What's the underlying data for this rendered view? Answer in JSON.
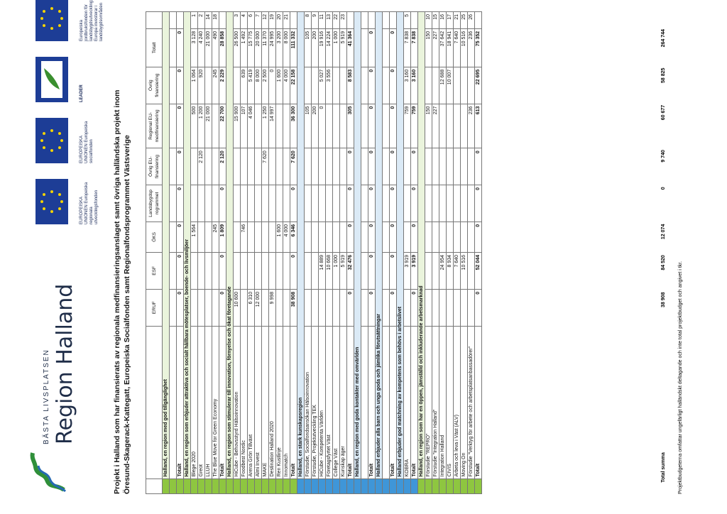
{
  "brand": {
    "tagline": "BÄSTA LIVSPLATSEN",
    "name": "Region Halland"
  },
  "flags": [
    {
      "caption": "EUROPEISKA UNIONEN Europeiska regionala utvecklingsfonden"
    },
    {
      "caption": "EUROPEISKA UNIONEN Europeiska socialfonden"
    },
    {
      "caption": "LEADER"
    },
    {
      "caption": "Europeiska jordbruksfonden för landsbygdsutveckling: Europa investerar i landsbygdsområden"
    }
  ],
  "title_lines": [
    "Projekt i Halland som har finansierats av regionala medfinansieringsanslaget samt övriga halländska projekt inom",
    "Öresund-Skagerack-Kattegatt, Europeiska Socialfonden samt Regionalfondsprogrammet Västsverige"
  ],
  "columns": [
    "",
    "ERUF",
    "ESF",
    "ÖKS",
    "Landsbygdsp rogrammet",
    "Övrig EU-finansiering",
    "Regional EU-medfinansiering",
    "Övrig finansiering",
    "Totalt",
    ""
  ],
  "sections": [
    {
      "title": "Halland, en region med god tillgänglighet",
      "color": "green",
      "rows": [
        [
          "",
          "",
          "",
          "",
          "",
          "",
          "",
          "",
          "",
          ""
        ],
        [
          "Totalt",
          "0",
          "0",
          "0",
          "0",
          "0",
          "0",
          "0",
          "0",
          ""
        ]
      ]
    },
    {
      "title": "Halland, en region som erbjuder attraktiva och socialt hållbara mötesplatser, boende- och livsmiljöer",
      "color": "green",
      "rows": [
        [
          "Blege 2020",
          "",
          "",
          "1 564",
          "",
          "",
          "500",
          "1 064",
          "3 128",
          "1"
        ],
        [
          "Greot",
          "",
          "",
          "",
          "",
          "2 120",
          "1 200",
          "920",
          "4 240",
          "2"
        ],
        [
          "LLUH",
          "",
          "",
          "",
          "",
          "",
          "21 000",
          "",
          "21 000",
          "14"
        ],
        [
          "The Blue Move for Green Economy",
          "",
          "",
          "245",
          "",
          "",
          "",
          "245",
          "490",
          "18"
        ],
        [
          "Totalt",
          "0",
          "0",
          "1 809",
          "0",
          "2 120",
          "22 700",
          "2 229",
          "28 858",
          ""
        ]
      ]
    },
    {
      "title": "Halland, en region som stimulerar till innovation, förnyelse och ökat företagande",
      "color": "green",
      "rows": [
        [
          "HiCube - Behovsstyrd Hälsoinnovation",
          "10 600",
          "",
          "",
          "",
          "",
          "15 900",
          "",
          "26 500",
          "3"
        ],
        [
          "Foodbest Nordic",
          "",
          "",
          "746",
          "",
          "",
          "107",
          "639",
          "1 492",
          "4"
        ],
        [
          "Arena Grön Tillväxt",
          "6 310",
          "",
          "",
          "",
          "",
          "4 046",
          "5 419",
          "15 775",
          "6"
        ],
        [
          "Almi Invest",
          "12 000",
          "",
          "",
          "",
          "",
          "",
          "8 000",
          "20 000",
          "7"
        ],
        [
          "MAKE",
          "",
          "",
          "",
          "",
          "7 620",
          "1 250",
          "2 500",
          "11 370",
          "12"
        ],
        [
          "Destination Halland 2020",
          "9 998",
          "",
          "",
          "",
          "",
          "14 997",
          "0",
          "24 995",
          "19"
        ],
        [
          "Ren Kustlinje",
          "",
          "",
          "1 600",
          "",
          "",
          "",
          "1 600",
          "3 200",
          "20"
        ],
        [
          "Innomatch",
          "",
          "",
          "4 000",
          "",
          "",
          "",
          "4 000",
          "8 000",
          "21"
        ],
        [
          "Totalt",
          "38 908",
          "0",
          "6 346",
          "0",
          "7 620",
          "36 300",
          "22 158",
          "111 332",
          ""
        ]
      ]
    },
    {
      "title": "Halland, en stark kunskapsregion",
      "color": "blue",
      "rows": [
        [
          "Förstudie, Socialfondsansökan Hälsoinnovation",
          "",
          "",
          "",
          "",
          "",
          "105",
          "",
          "105",
          "8"
        ],
        [
          "Förstudie, Projektutveckling TEK",
          "",
          "",
          "",
          "",
          "",
          "200",
          "",
          "200",
          "9"
        ],
        [
          "HiCube - Kompetenta Världen",
          "",
          "14 889",
          "",
          "",
          "",
          "0",
          "5 027",
          "19 916",
          "11"
        ],
        [
          "Företagsfyrtet Väst",
          "",
          "10 668",
          "",
          "",
          "",
          "",
          "3 556",
          "14 224",
          "13"
        ],
        [
          "College Väst",
          "",
          "1 000",
          "",
          "",
          "",
          "",
          "",
          "1 000",
          "22"
        ],
        [
          "Kunskap äger",
          "",
          "5 919",
          "",
          "",
          "",
          "",
          "",
          "5 919",
          "23"
        ],
        [
          "Totalt",
          "0",
          "32 476",
          "0",
          "0",
          "0",
          "305",
          "8 583",
          "41 364",
          ""
        ]
      ]
    },
    {
      "title": "Halland, en region med goda kontakter med omvärlden",
      "color": "blue",
      "rows": [
        [
          "",
          "",
          "",
          "",
          "",
          "",
          "",
          "",
          "",
          ""
        ],
        [
          "Totalt",
          "0",
          "0",
          "0",
          "0",
          "0",
          "0",
          "0",
          "0",
          ""
        ]
      ]
    },
    {
      "title": "Halland erbjuder alla barn och unga goda och jämlika förutsättningar",
      "color": "blue",
      "rows": [
        [
          "",
          "",
          "",
          "",
          "",
          "",
          "",
          "",
          "",
          ""
        ],
        [
          "Totalt",
          "0",
          "0",
          "0",
          "0",
          "0",
          "0",
          "0",
          "0",
          ""
        ]
      ]
    },
    {
      "title": "Halland erbjuder god matchning av kompetens som behövs i arbetslivet",
      "color": "blue",
      "rows": [
        [
          "KOBRA",
          "",
          "3 919",
          "",
          "",
          "",
          "759",
          "3 160",
          "7 838",
          "5"
        ],
        [
          "Totalt",
          "0",
          "3 919",
          "0",
          "0",
          "0",
          "759",
          "3 160",
          "7 838",
          ""
        ]
      ]
    },
    {
      "title": "Halland, en region som har en öppen, jämställd och inkluderande arbetsmarknad",
      "color": "green",
      "rows": [
        [
          "Förstudie \"REPRO\"",
          "",
          "",
          "",
          "",
          "",
          "150",
          "",
          "150",
          "10"
        ],
        [
          "Förstudie \"Integration Halland\"",
          "",
          "",
          "",
          "",
          "",
          "227",
          "",
          "227",
          "15"
        ],
        [
          "Integration Halland",
          "",
          "24 954",
          "",
          "",
          "",
          "",
          "12 688",
          "37 642",
          "16"
        ],
        [
          "CIVIS",
          "",
          "8 934",
          "",
          "",
          "",
          "",
          "10 007",
          "18 941",
          "17"
        ],
        [
          "Arbeta och leva i Väst (ALV)",
          "",
          "7 640",
          "",
          "",
          "",
          "",
          "",
          "7 640",
          "21"
        ],
        [
          "Moving On",
          "",
          "10 516",
          "",
          "",
          "",
          "",
          "",
          "10 516",
          "25"
        ],
        [
          "Förstudie \"Verktyg för arbete och arbetsplatsanbassadörer\"",
          "",
          "",
          "",
          "",
          "",
          "236",
          "",
          "236",
          "26"
        ],
        [
          "Totalt",
          "0",
          "52 044",
          "0",
          "0",
          "0",
          "613",
          "22 695",
          "75 352",
          ""
        ]
      ]
    }
  ],
  "grand_total": {
    "label": "Total summa",
    "values": [
      "38 908",
      "84 520",
      "12 074",
      "0",
      "9 740",
      "60 677",
      "58 825",
      "264 744"
    ]
  },
  "footnote": "Projektbudgeterna omfattar ungefärligt halländskt deltagande och inte total projektbudget och angivet i tkr."
}
